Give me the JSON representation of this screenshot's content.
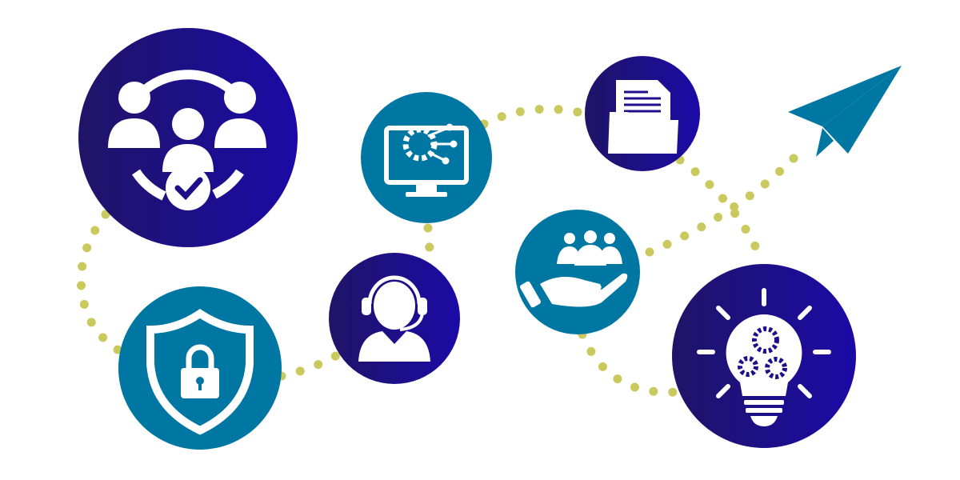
{
  "colors": {
    "purple_dark": "#1f1466",
    "purple_light": "#1b0aa6",
    "teal": "#0077a3",
    "dots": "#c9c95e",
    "icon": "#ffffff"
  },
  "icons": [
    {
      "name": "team-check-icon",
      "fill": "purple"
    },
    {
      "name": "shield-lock-icon",
      "fill": "teal"
    },
    {
      "name": "customer-support-headset-icon",
      "fill": "purple"
    },
    {
      "name": "monitor-gear-circuit-icon",
      "fill": "teal"
    },
    {
      "name": "folder-documents-icon",
      "fill": "purple"
    },
    {
      "name": "hand-people-care-icon",
      "fill": "teal"
    },
    {
      "name": "lightbulb-gears-icon",
      "fill": "purple"
    },
    {
      "name": "paper-plane-icon",
      "fill": "teal"
    }
  ]
}
